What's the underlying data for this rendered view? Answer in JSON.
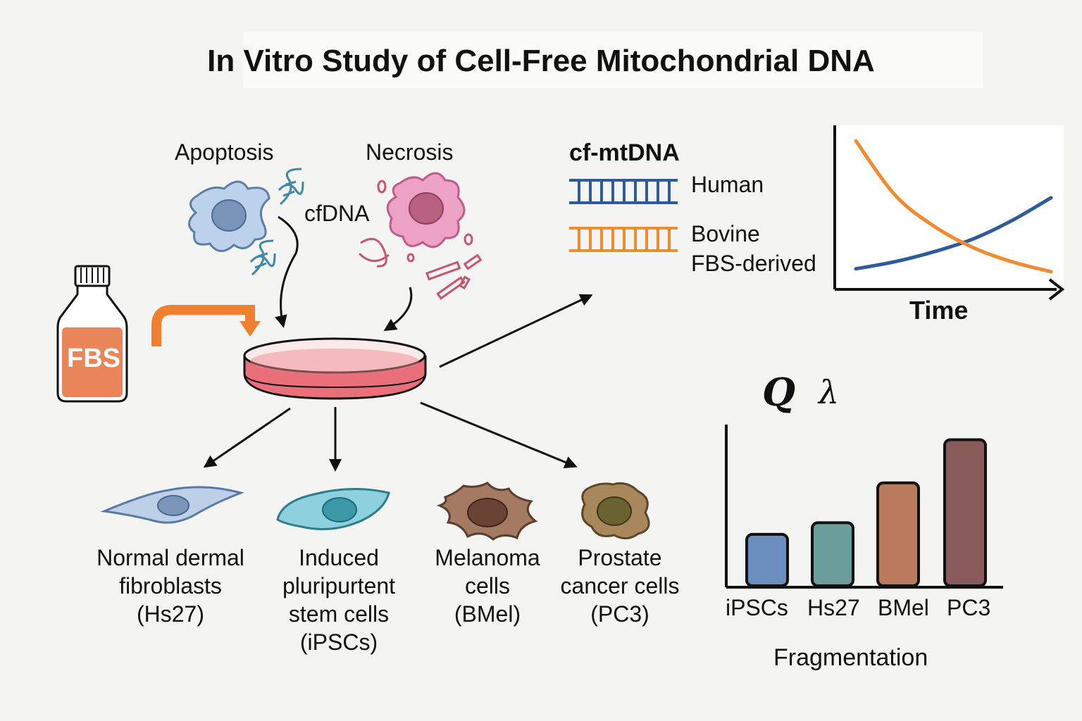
{
  "title": "In Vitro Study of Cell-Free Mitochondrial DNA",
  "labels": {
    "apoptosis": "Apoptosis",
    "necrosis": "Necrosis",
    "cfdna": "cfDNA",
    "fbs": "FBS"
  },
  "legend": {
    "heading": "cf-mtDNA",
    "human": "Human",
    "bovine_line1": "Bovine",
    "bovine_line2": "FBS-derived"
  },
  "colors": {
    "human": "#2e5b9a",
    "bovine": "#f28a2e",
    "dish_media": "#e9707a",
    "fbs_liquid": "#e8865a"
  },
  "cells": [
    {
      "line1": "Normal dermal",
      "line2": "fibroblasts",
      "line3": "(Hs27)",
      "line4": ""
    },
    {
      "line1": "Induced",
      "line2": "pluripurtent",
      "line3": "stem cells",
      "line4": "(iPSCs)"
    },
    {
      "line1": "Melanoma",
      "line2": "cells",
      "line3": "(BMel)",
      "line4": ""
    },
    {
      "line1": "Prostate",
      "line2": "cancer cells",
      "line3": "(PC3)",
      "line4": ""
    }
  ],
  "symbols": {
    "q": "Q",
    "lambda": "λ"
  },
  "chart_data": [
    {
      "type": "line",
      "xlabel": "Time",
      "ylabel": "",
      "x": [
        0,
        1,
        2,
        3,
        4,
        5
      ],
      "series": [
        {
          "name": "Human",
          "color": "#2e5b9a",
          "values": [
            0.1,
            0.15,
            0.22,
            0.31,
            0.44,
            0.6
          ]
        },
        {
          "name": "Bovine FBS-derived",
          "color": "#f28a2e",
          "values": [
            1.0,
            0.62,
            0.4,
            0.25,
            0.15,
            0.08
          ]
        }
      ],
      "ylim": [
        0,
        1.05
      ],
      "grid": false
    },
    {
      "type": "bar",
      "xlabel": "Fragmentation",
      "categories": [
        "iPSCs",
        "Hs27",
        "BMel",
        "PC3"
      ],
      "values": [
        3.1,
        3.8,
        6.2,
        8.8
      ],
      "colors": [
        "#6a8fbf",
        "#6b9e9b",
        "#b97a5e",
        "#8a5a5a"
      ],
      "ylim": [
        0,
        9.5
      ],
      "grid": false
    }
  ]
}
